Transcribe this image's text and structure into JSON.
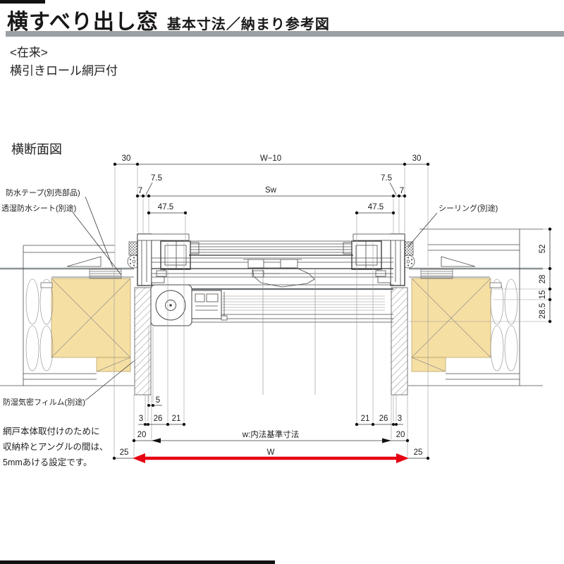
{
  "header": {
    "title": "横すべり出し窓",
    "subtitle": "基本寸法／納まり参考図",
    "variant": "<在来>",
    "config": "横引きロール網戸付"
  },
  "section": {
    "label": "横断面図"
  },
  "callouts": {
    "waterproof_tape": "防水テープ(別売部品)",
    "breathable_sheet": "透湿防水シート(別途)",
    "sealing": "シーリング(別途)",
    "moisture_film": "防湿気密フィルム(別途)"
  },
  "note": {
    "line1": "網戸本体取付けのために",
    "line2": "収納枠とアングルの間は、",
    "line3": "5mmあける設定です。"
  },
  "dimensions": {
    "top": {
      "left_30": "30",
      "w_minus_10": "W−10",
      "right_30": "30",
      "left_7_5": "7.5",
      "left_7": "7",
      "sw": "Sw",
      "right_7_5": "7.5",
      "right_7": "7",
      "left_47_5": "47.5",
      "right_47_5": "47.5"
    },
    "right": {
      "d52": "52",
      "d28": "28",
      "d15": "15",
      "d28_5": "28.5"
    },
    "bottom": {
      "d5": "5",
      "left_3": "3",
      "left_26": "26",
      "left_21": "21",
      "right_21": "21",
      "right_26": "26",
      "right_3": "3",
      "left_20": "20",
      "w_inner": "w:内法基準寸法",
      "right_20": "20",
      "left_25": "25",
      "w": "W",
      "right_25": "25"
    }
  },
  "colors": {
    "accent_red": "#e60012",
    "wood_fill": "#f6dfa3",
    "title_bar_gray": "#9aa0a4"
  }
}
